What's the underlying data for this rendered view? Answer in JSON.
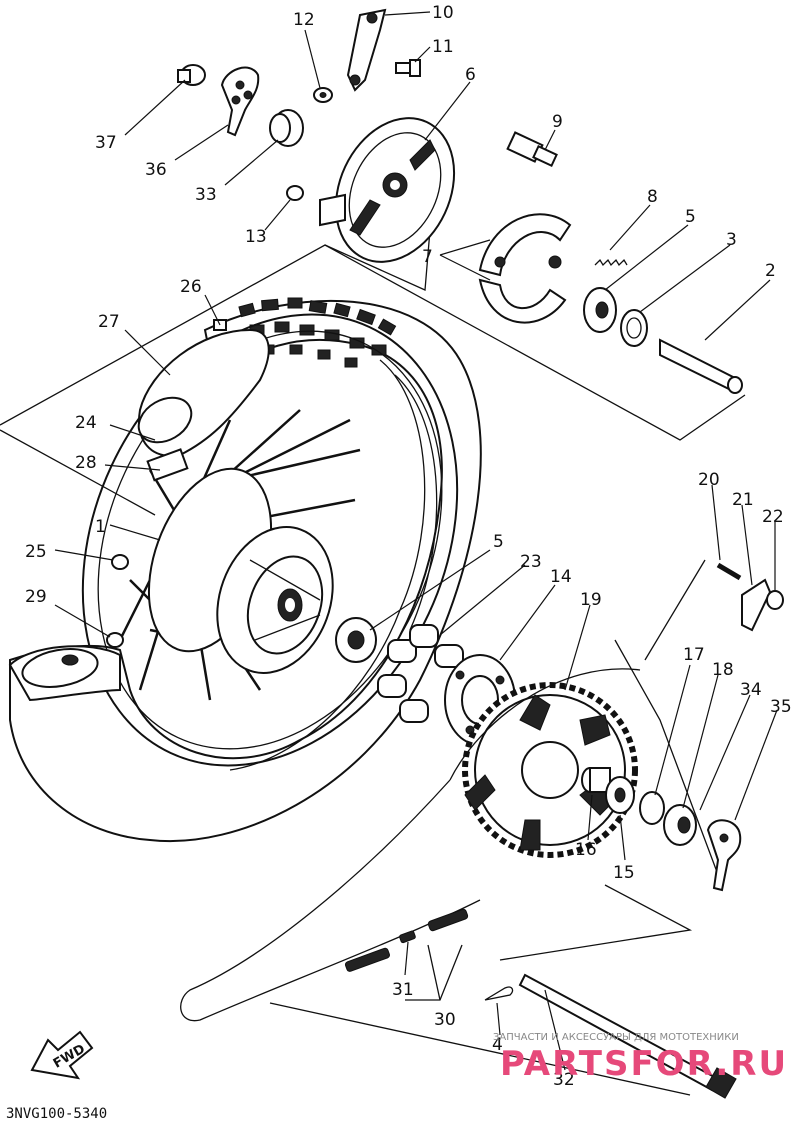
{
  "diagram_code": "3NVG100-5340",
  "fwd_label": "FWD",
  "watermark": {
    "line1": "ЗАПЧАСТИ И АКСЕССУАРЫ ДЛЯ МОТОТЕХНИКИ",
    "line2": "PARTSFOR.RU"
  },
  "callouts": [
    "1",
    "2",
    "3",
    "4",
    "5",
    "5",
    "6",
    "7",
    "8",
    "9",
    "10",
    "11",
    "12",
    "13",
    "14",
    "15",
    "16",
    "17",
    "18",
    "19",
    "20",
    "21",
    "22",
    "23",
    "24",
    "25",
    "26",
    "27",
    "28",
    "29",
    "30",
    "31",
    "32",
    "33",
    "34",
    "35",
    "36",
    "37"
  ]
}
